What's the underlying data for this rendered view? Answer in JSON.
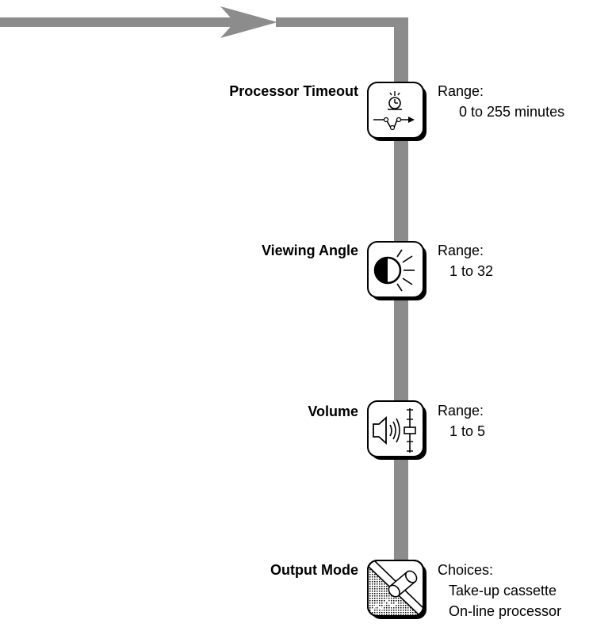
{
  "settings": [
    {
      "id": "processor-timeout",
      "label": "Processor Timeout",
      "icon": "stopwatch-timeline-icon",
      "info_heading": "Range:",
      "info_lines": [
        "0 to 255 minutes"
      ]
    },
    {
      "id": "viewing-angle",
      "label": "Viewing Angle",
      "icon": "contrast-brightness-icon",
      "info_heading": "Range:",
      "info_lines": [
        "1 to 32"
      ]
    },
    {
      "id": "volume",
      "label": "Volume",
      "icon": "speaker-volume-slider-icon",
      "info_heading": "Range:",
      "info_lines": [
        "1 to 5"
      ]
    },
    {
      "id": "output-mode",
      "label": "Output Mode",
      "icon": "film-roll-output-icon",
      "info_heading": "Choices:",
      "info_lines": [
        "Take-up cassette",
        "On-line processor"
      ]
    }
  ],
  "colors": {
    "connector": "#8c8c8c",
    "icon_outline": "#000000",
    "icon_fill": "#ffffff"
  }
}
